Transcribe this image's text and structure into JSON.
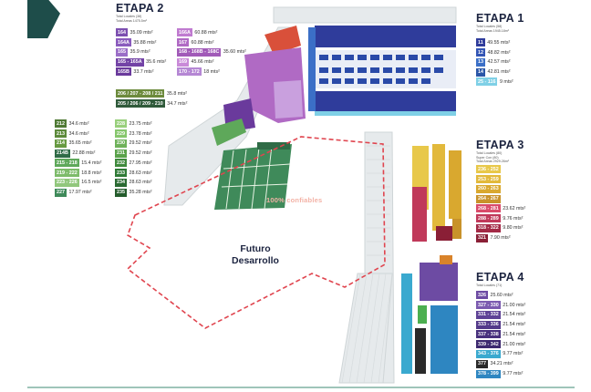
{
  "stages": {
    "etapa1": {
      "title": "ETAPA 1",
      "sub": [
        "Total Locales (58)",
        "Total Areas 1945.18m²"
      ],
      "legend": [
        {
          "code": "11",
          "area": "49.55 mts²",
          "color": "#2f3c9b"
        },
        {
          "code": "12",
          "area": "48.82 mts²",
          "color": "#3355b5"
        },
        {
          "code": "13",
          "area": "42.57 mts²",
          "color": "#3b6fc7"
        },
        {
          "code": "14",
          "area": "42.81 mts²",
          "color": "#2a56a8"
        },
        {
          "code": "25 - 116",
          "area": "9 mts²",
          "color": "#7fd0e6"
        }
      ]
    },
    "etapa2": {
      "title": "ETAPA 2",
      "sub": [
        "Total Locales (38)",
        "Total Areas 1475.5m²"
      ],
      "legend": [
        {
          "code": "164",
          "area": "35.09 mts²",
          "color": "#7c4fb0"
        },
        {
          "code": "164A",
          "area": "35.88 mts²",
          "color": "#8a5bbd"
        },
        {
          "code": "165",
          "area": "35.9 mts²",
          "color": "#9a6dc7"
        },
        {
          "code": "165 - 165A",
          "area": "35.6 mts²",
          "color": "#7343a6"
        },
        {
          "code": "165B",
          "area": "33.7 mts²",
          "color": "#6a3a9c"
        }
      ],
      "legend2": [
        {
          "code": "166A",
          "area": "60.88 mts²",
          "color": "#c07bd0"
        },
        {
          "code": "167",
          "area": "60.88 mts²",
          "color": "#b06ac4"
        },
        {
          "code": "168 - 168B - 168C",
          "area": "35.60 mts²",
          "color": "#a15ab8"
        },
        {
          "code": "169",
          "area": "45.66 mts²",
          "color": "#c98ad8"
        },
        {
          "code": "170 - 172",
          "area": "18 mts²",
          "color": "#b587d4"
        }
      ],
      "legend3": [
        {
          "code": "206 / 207 - 208 / 211",
          "area": "35.8 mts²",
          "color": "#6c8a3c"
        },
        {
          "code": "205 / 206 / 209 - 210",
          "area": "34.7 mts²",
          "color": "#2f5a3a"
        }
      ],
      "legendLeft": [
        {
          "code": "212",
          "area": "34.6 mts²",
          "color": "#4f7a34"
        },
        {
          "code": "213",
          "area": "34.6 mts²",
          "color": "#5c8a3a"
        },
        {
          "code": "214",
          "area": "35.65 mts²",
          "color": "#679a41"
        },
        {
          "code": "214B",
          "area": "22.88 mts²",
          "color": "#2f6b46"
        },
        {
          "code": "215 - 218",
          "area": "15.4 mts²",
          "color": "#5ea85a"
        },
        {
          "code": "219 - 222",
          "area": "18.8 mts²",
          "color": "#7dbb6a"
        },
        {
          "code": "223 - 226",
          "area": "16.5 mts²",
          "color": "#91c77c"
        },
        {
          "code": "227",
          "area": "17.97 mts²",
          "color": "#3f8a5a"
        }
      ],
      "legendMid": [
        {
          "code": "228",
          "area": "23.75 mts²",
          "color": "#98cf7b"
        },
        {
          "code": "229",
          "area": "23.78 mts²",
          "color": "#86c66c"
        },
        {
          "code": "230",
          "area": "29.52 mts²",
          "color": "#6fb25a"
        },
        {
          "code": "231",
          "area": "29.52 mts²",
          "color": "#5aa24a"
        },
        {
          "code": "232",
          "area": "27.95 mts²",
          "color": "#3f8a3c"
        },
        {
          "code": "233",
          "area": "28.63 mts²",
          "color": "#2f7a36"
        },
        {
          "code": "234",
          "area": "28.63 mts²",
          "color": "#2a6a32"
        },
        {
          "code": "235",
          "area": "35.28 mts²",
          "color": "#245c2c"
        }
      ]
    },
    "etapa3": {
      "title": "ETAPA 3",
      "sub": [
        "Total Locales (80)",
        "Super Con (80)",
        "Total Areas 2929.26m²"
      ],
      "legend": [
        {
          "code": "236 - 252",
          "area": "",
          "color": "#e8c84a"
        },
        {
          "code": "253 - 259",
          "area": "",
          "color": "#e2b93c"
        },
        {
          "code": "260 - 263",
          "area": "",
          "color": "#d9a82f"
        },
        {
          "code": "264 - 267",
          "area": "",
          "color": "#c8922a"
        },
        {
          "code": "268 - 281",
          "area": "23.62 mts²",
          "color": "#d94b6a"
        },
        {
          "code": "288 - 289",
          "area": "9.76 mts²",
          "color": "#c0395a"
        },
        {
          "code": "318 - 322",
          "area": "9.80 mts²",
          "color": "#a32a46"
        },
        {
          "code": "321",
          "area": "7.90 mts²",
          "color": "#8a1f36"
        }
      ]
    },
    "etapa4": {
      "title": "ETAPA 4",
      "sub": [
        "Total Locales (71)"
      ],
      "legend": [
        {
          "code": "326",
          "area": "25.60 mts²",
          "color": "#6d4ba3"
        },
        {
          "code": "327 - 330",
          "area": "21.00 mts²",
          "color": "#7b5ab0"
        },
        {
          "code": "331 - 332",
          "area": "21.54 mts²",
          "color": "#5e4296"
        },
        {
          "code": "333 - 336",
          "area": "21.54 mts²",
          "color": "#53398a"
        },
        {
          "code": "337 - 338",
          "area": "21.54 mts²",
          "color": "#47307d"
        },
        {
          "code": "339 - 342",
          "area": "21.00 mts²",
          "color": "#3c286f"
        },
        {
          "code": "343 - 376",
          "area": "9.77 mts²",
          "color": "#3aa9cf"
        },
        {
          "code": "377",
          "area": "34.21 mts²",
          "color": "#2a2a2a"
        },
        {
          "code": "378 - 399",
          "area": "9.77 mts²",
          "color": "#2e86c1"
        }
      ]
    }
  },
  "map": {
    "futuro": [
      "Futuro",
      "Desarrollo"
    ],
    "watermark": "100% confiables"
  },
  "colors": {
    "boundary": "#e0454f",
    "road": "#cfd5d7",
    "corner": "#1e4d4a"
  }
}
